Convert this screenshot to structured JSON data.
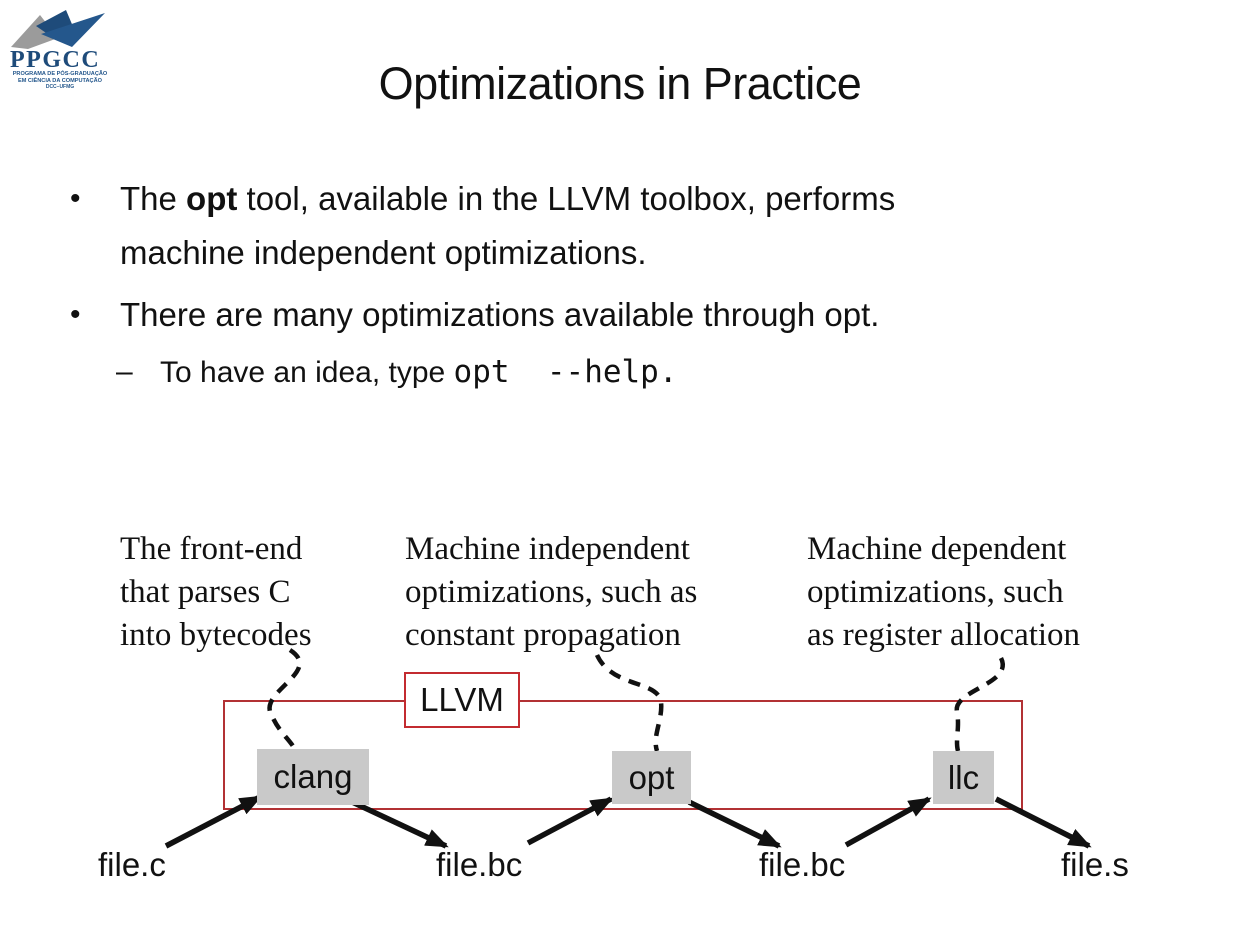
{
  "slide": {
    "title": "Optimizations in Practice"
  },
  "logo": {
    "acronym": "PPGCC",
    "subtitle_lines": [
      "PROGRAMA DE PÓS-GRADUAÇÃO",
      "EM CIÊNCIA DA COMPUTAÇÃO",
      "DCC–UFMG"
    ],
    "colors": {
      "blue": "#24578C",
      "dark_blue": "#1E4B7A",
      "gray": "#9B9B9B"
    }
  },
  "bullets": [
    {
      "level": 1,
      "marker": "•",
      "segments": [
        {
          "text": "The ",
          "style": "normal"
        },
        {
          "text": "opt",
          "style": "bold"
        },
        {
          "text": " tool, available in the LLVM toolbox, performs machine independent optimizations.",
          "style": "normal"
        }
      ]
    },
    {
      "level": 1,
      "marker": "•",
      "segments": [
        {
          "text": "There are many optimizations available through opt.",
          "style": "normal"
        }
      ]
    },
    {
      "level": 2,
      "marker": "–",
      "segments": [
        {
          "text": "To have an idea, type ",
          "style": "normal"
        },
        {
          "text": "opt  --help.",
          "style": "mono"
        }
      ]
    }
  ],
  "diagram": {
    "llvm_label": "LLVM",
    "annotations": [
      {
        "lines": [
          "The front-end",
          "that parses C",
          "into bytecodes"
        ]
      },
      {
        "lines": [
          "Machine independent",
          "optimizations, such as",
          "constant propagation"
        ]
      },
      {
        "lines": [
          "Machine dependent",
          "optimizations, such",
          "as register allocation"
        ]
      }
    ],
    "tools": [
      "clang",
      "opt",
      "llc"
    ],
    "files": [
      "file.c",
      "file.bc",
      "file.bc",
      "file.s"
    ],
    "colors": {
      "container_border": "#B23134",
      "label_border": "#C32B30",
      "tool_background": "#C9C9C9",
      "arrow": "#111111"
    }
  }
}
